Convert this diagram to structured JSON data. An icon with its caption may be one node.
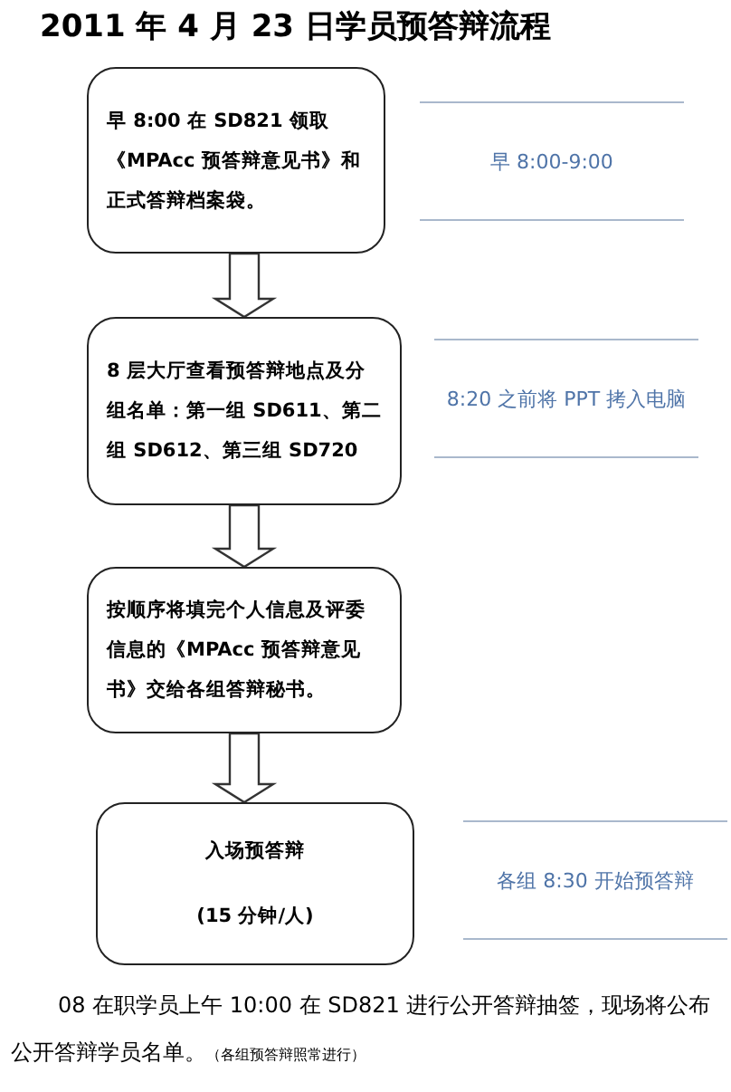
{
  "diagram": {
    "title": "2011 年 4 月 23 日学员预答辩流程",
    "nodes": [
      {
        "text": [
          "早 8:00 在 SD821 领取《MPAcc 预答辩意见书》和正式答辩档案袋。"
        ]
      },
      {
        "text": [
          "8 层大厅查看预答辩地点及分组名单：第一组 SD611、第二组 SD612、第三组 SD720"
        ]
      },
      {
        "text": [
          "按顺序将填完个人信息及评委信息的《MPAcc 预答辩意见书》交给各组答辩秘书。"
        ]
      },
      {
        "text": [
          "入场预答辩",
          "(15 分钟/人)"
        ]
      }
    ],
    "edges": [
      {
        "from": 0,
        "to": 1,
        "arrow": "to"
      },
      {
        "from": 1,
        "to": 2,
        "arrow": "to"
      },
      {
        "from": 2,
        "to": 3,
        "arrow": "to"
      }
    ],
    "labels": [
      "早 8:00-9:00",
      "8:20 之前将 PPT 拷入电脑",
      "各组 8:30 开始预答辩",
      "08 在职学员上午 10:00 在 SD821 进行公开答辩抽签，现场将公布公开答辩学员名单。",
      "（各组预答辩照常进行）"
    ]
  }
}
